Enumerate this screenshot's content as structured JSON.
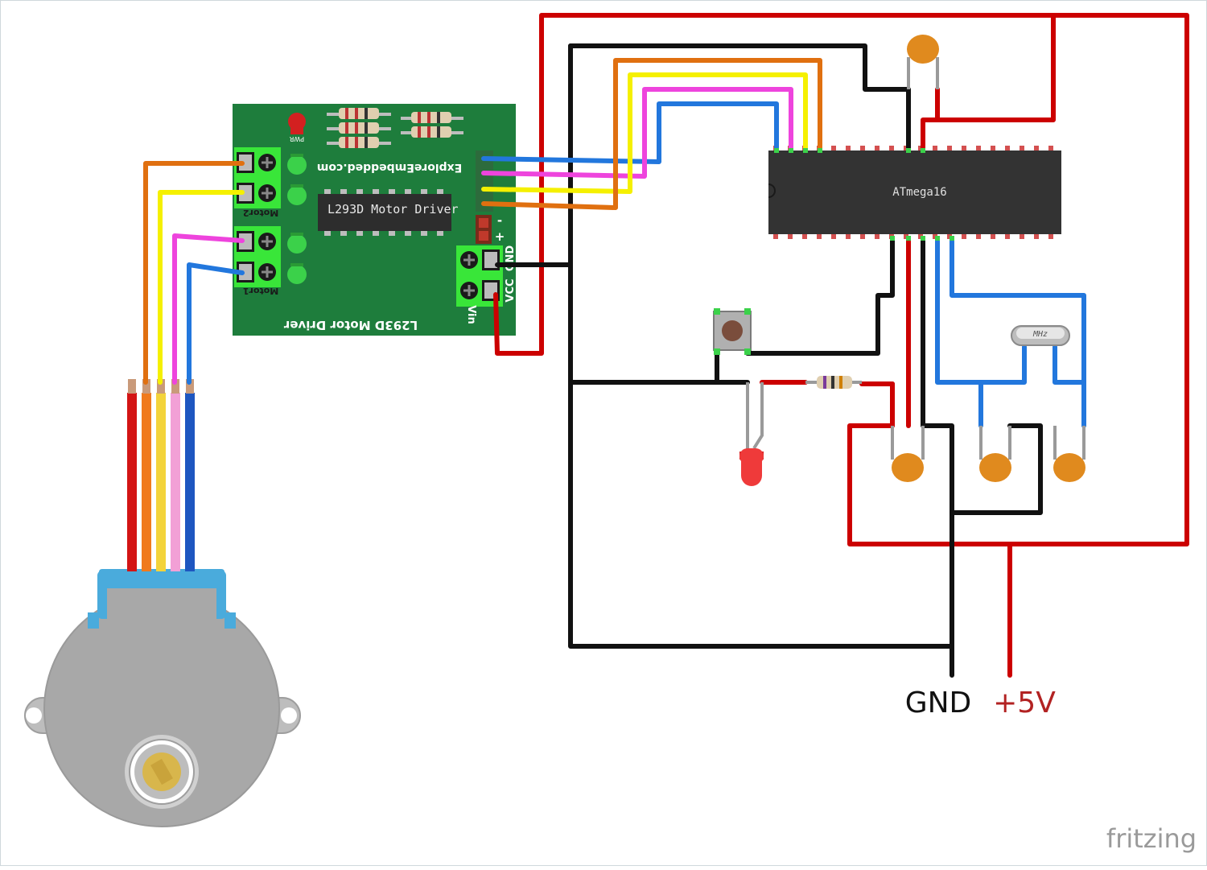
{
  "diagram": {
    "board": {
      "title": "L293D Motor Driver",
      "chip_label": "L293D Motor Driver",
      "website": "ExploreEmbedded.com",
      "pwr_label": "PWR",
      "motor1_label": "Motor1",
      "motor2_label": "Motor2",
      "vin_label": "Vin",
      "vcc_label": "VCC",
      "gnd_label": "GND",
      "plus_label": "+",
      "minus_label": "-"
    },
    "mcu": {
      "label": "ATmega16"
    },
    "crystal": {
      "label": "MHz"
    },
    "power_labels": {
      "gnd": "GND",
      "vcc": "+5V"
    },
    "watermark": "fritzing",
    "colors": {
      "board": "#1e7d3c",
      "terminal": "#39e639",
      "red_wire": "#cc0000",
      "black_wire": "#111111",
      "orange_wire": "#e07010",
      "yellow_wire": "#f5f000",
      "pink_wire": "#ee44dd",
      "blue_wire": "#2277dd",
      "chip": "#333333",
      "capacitor": "#e08a1e",
      "motor_body": "#a8a8a8",
      "motor_cap": "#4aabdc"
    }
  }
}
